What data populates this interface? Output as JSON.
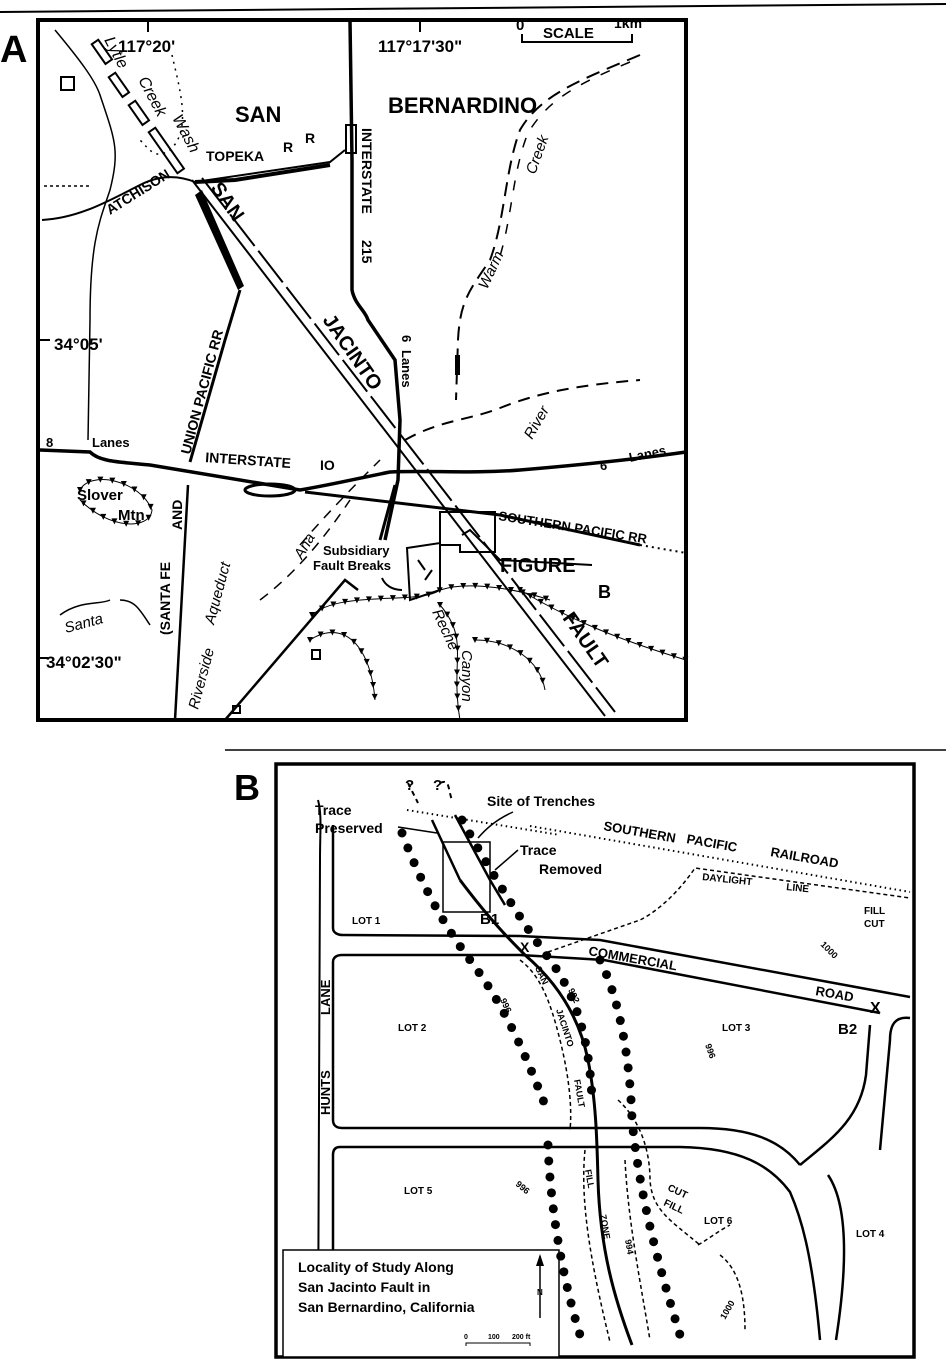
{
  "panel_a": {
    "label": "A",
    "coords": {
      "lon1": "117°20'",
      "lon2": "117°17'30\"",
      "lat1": "34°05'",
      "lat2": "34°02'30\""
    },
    "scale": {
      "zero": "0",
      "label": "SCALE",
      "end": "1km"
    },
    "places": {
      "san": "SAN",
      "bernardino": "BERNARDINO",
      "slover": "Slover",
      "mtn": "Mtn",
      "santa": "Santa"
    },
    "water": {
      "lytle": "Lytle",
      "creek": "Creek",
      "wash": "Wash",
      "warm": "Warm",
      "creek2": "Creek",
      "river": "River",
      "riverside": "Riverside",
      "aqueduct": "Aqueduct",
      "ana": "Ana",
      "reche": "Reche",
      "canyon": "Canyon"
    },
    "rail": {
      "atchison": "ATCHISON",
      "topeka": "TOPEKA",
      "rr1": "R",
      "rr2": "R",
      "union": "UNION PACIFIC RR",
      "santa_fe": "(SANTA FE",
      "and": "AND",
      "southern": "SOUTHERN PACIFIC RR"
    },
    "roads": {
      "i215": "INTERSTATE",
      "n215": "215",
      "six_lanes_a": "6",
      "lanes_a": "Lanes",
      "eight": "8",
      "lanes_b": "Lanes",
      "i10": "INTERSTATE",
      "n10": "IO",
      "six_b": "6",
      "lanes_c": "Lanes"
    },
    "fault": {
      "san": "SAN",
      "jacinto": "JACINTO",
      "fault": "FAULT"
    },
    "subsidiary": [
      "Subsidiary",
      "Fault Breaks"
    ],
    "figure": "FIGURE",
    "figure_b": "B"
  },
  "panel_b": {
    "label": "B",
    "question_marks": [
      "?",
      "?"
    ],
    "trace_preserved": [
      "Trace",
      "Preserved"
    ],
    "site_of_trenches": "Site of Trenches",
    "trace_removed": [
      "Trace",
      "Removed"
    ],
    "railroad": [
      "SOUTHERN",
      "PACIFIC",
      "RAILROAD"
    ],
    "daylight": [
      "DAYLIGHT",
      "LINE"
    ],
    "fill_cut": [
      "FILL",
      "CUT"
    ],
    "cut_fill": [
      "CUT",
      "FILL"
    ],
    "road": [
      "COMMERCIAL",
      "ROAD"
    ],
    "lane": [
      "HUNTS",
      "LANE"
    ],
    "lots": [
      "LOT 1",
      "LOT 2",
      "LOT 3",
      "LOT 4",
      "LOT 5",
      "LOT 6"
    ],
    "points": {
      "b1": "B1",
      "b2": "B2",
      "x": "X"
    },
    "contours": [
      "1000",
      "996",
      "992",
      "996",
      "996",
      "994",
      "1000"
    ],
    "fault_label": [
      "SAN",
      "JACINTO",
      "FAULT"
    ],
    "zone_label": [
      "FILL",
      "ZONE"
    ],
    "legend": {
      "lines": [
        "Locality of Study Along",
        "San Jacinto Fault in",
        "San Bernardino, California"
      ],
      "north": "N",
      "scale": [
        "0",
        "100",
        "200 ft"
      ]
    }
  }
}
